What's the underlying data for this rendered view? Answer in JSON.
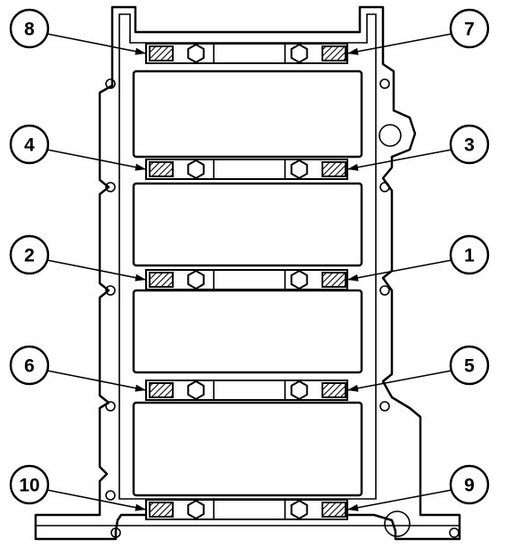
{
  "callouts": [
    {
      "id": "8",
      "side": "left",
      "row": 0
    },
    {
      "id": "7",
      "side": "right",
      "row": 0
    },
    {
      "id": "4",
      "side": "left",
      "row": 1
    },
    {
      "id": "3",
      "side": "right",
      "row": 1
    },
    {
      "id": "2",
      "side": "left",
      "row": 2
    },
    {
      "id": "1",
      "side": "right",
      "row": 2
    },
    {
      "id": "6",
      "side": "left",
      "row": 3
    },
    {
      "id": "5",
      "side": "right",
      "row": 3
    },
    {
      "id": "10",
      "side": "left",
      "row": 4
    },
    {
      "id": "9",
      "side": "right",
      "row": 4
    }
  ],
  "colors": {
    "line": "#000000",
    "background": "#ffffff"
  }
}
